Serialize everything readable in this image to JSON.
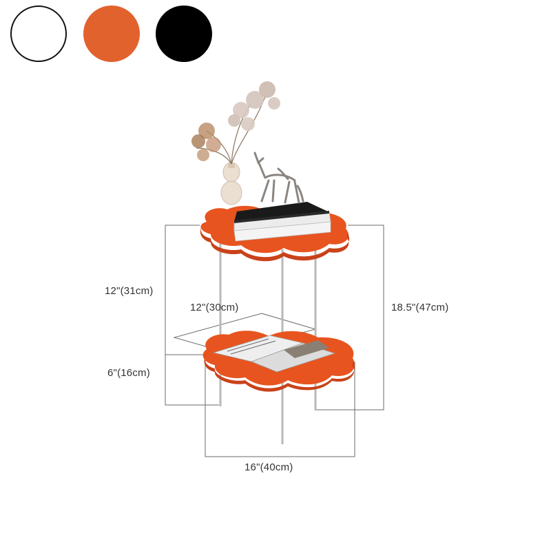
{
  "color_options": [
    {
      "name": "white",
      "color": "#ffffff",
      "border": "#111111"
    },
    {
      "name": "orange",
      "color": "#e2622e"
    },
    {
      "name": "black",
      "color": "#000000"
    }
  ],
  "dimensions": {
    "height_upper": "12\"(31cm)",
    "depth": "12\"(30cm)",
    "total_height": "18.5\"(47cm)",
    "height_lower": "6\"(16cm)",
    "width": "16\"(40cm)"
  },
  "product": {
    "table_color": "#e8541f",
    "leg_color": "#b8b8b8"
  }
}
